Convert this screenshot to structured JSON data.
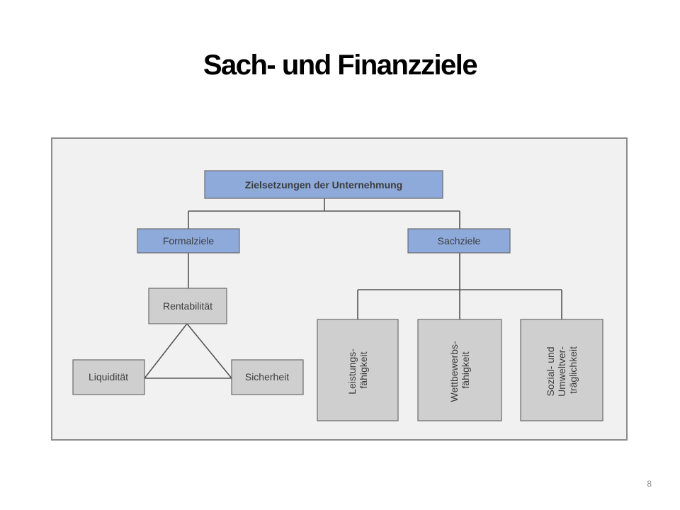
{
  "slide": {
    "title": "Sach- und Finanzziele",
    "page_number": "8"
  },
  "diagram": {
    "root": "Zielsetzungen der Unternehmung",
    "formal": {
      "label": "Formalziele",
      "top": "Rentabilität",
      "left": "Liquidität",
      "right": "Sicherheit"
    },
    "sach": {
      "label": "Sachziele",
      "children": [
        {
          "lines": [
            "Leistungs-",
            "fähigkeit"
          ]
        },
        {
          "lines": [
            "Wettbewerbs-",
            "fähigkeit"
          ]
        },
        {
          "lines": [
            "Sozial- und",
            "Umweltver-",
            "träglichkeit"
          ]
        }
      ]
    }
  },
  "colors": {
    "primary_box": "#8eaadb",
    "secondary_box": "#cfcfcf",
    "connector": "#555555",
    "frame_background": "#f1f1f1"
  }
}
